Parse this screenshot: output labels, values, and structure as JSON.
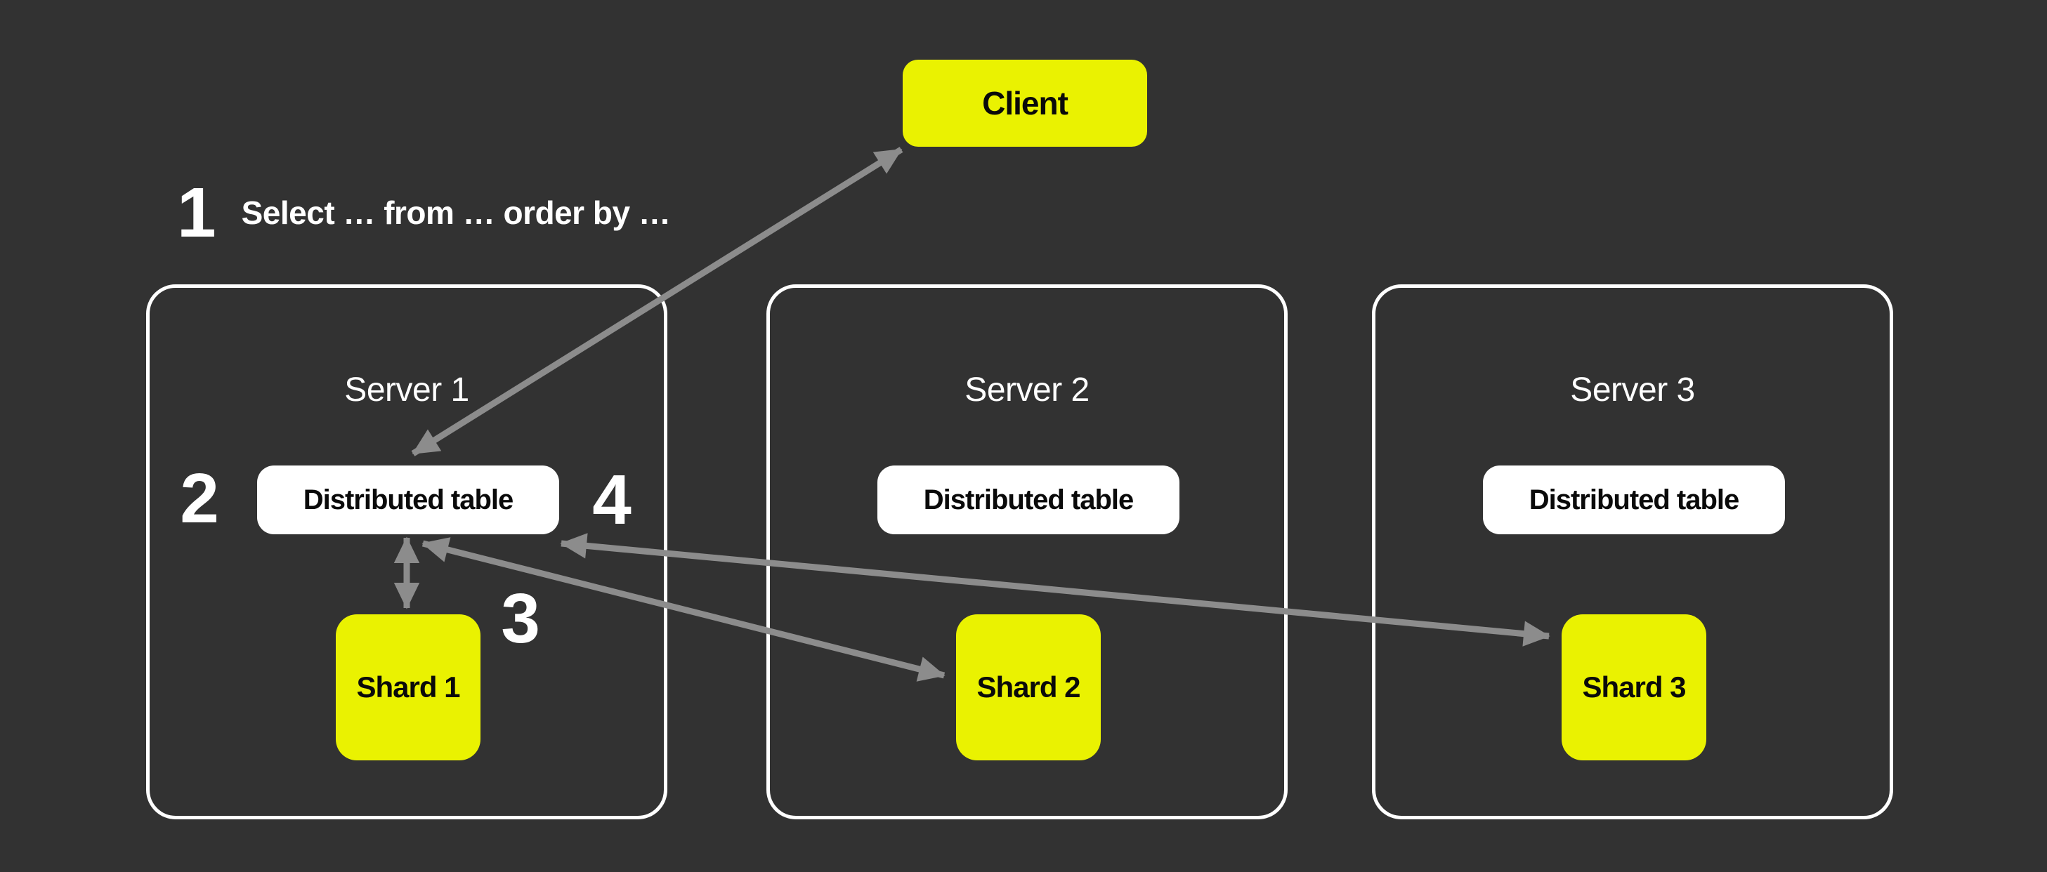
{
  "client": {
    "label": "Client"
  },
  "steps": {
    "step1": {
      "number": "1",
      "description": "Select … from … order by …"
    },
    "step2": {
      "number": "2"
    },
    "step3": {
      "number": "3"
    },
    "step4": {
      "number": "4"
    }
  },
  "servers": [
    {
      "title": "Server 1",
      "distributed_table_label": "Distributed table",
      "shard_label": "Shard 1"
    },
    {
      "title": "Server 2",
      "distributed_table_label": "Distributed table",
      "shard_label": "Shard 2"
    },
    {
      "title": "Server 3",
      "distributed_table_label": "Distributed table",
      "shard_label": "Shard 3"
    }
  ],
  "colors": {
    "background": "#323232",
    "accent_yellow": "#EAF201",
    "node_white": "#FFFFFF",
    "arrow_gray": "#8C8C8C",
    "text_on_dark": "#FFFFFF",
    "text_on_light": "#0A0A0A"
  }
}
